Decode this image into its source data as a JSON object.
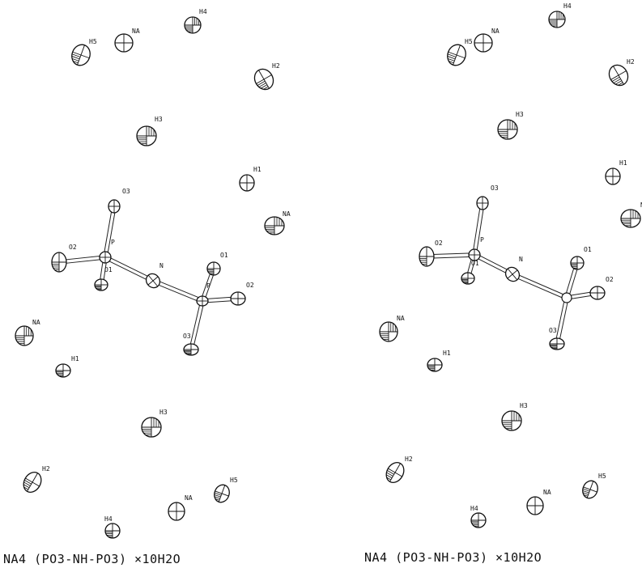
{
  "panels": [
    {
      "caption": "NA4 (PO3-NH-PO3) ×10H2O",
      "atoms": [
        {
          "label": "H5"
        },
        {
          "label": "NA"
        },
        {
          "label": "H4"
        },
        {
          "label": "H2"
        },
        {
          "label": "H3"
        },
        {
          "label": "H1"
        },
        {
          "label": "NA"
        },
        {
          "label": "O3"
        },
        {
          "label": "O2"
        },
        {
          "label": "P"
        },
        {
          "label": "O1"
        },
        {
          "label": "N"
        },
        {
          "label": "O1"
        },
        {
          "label": "P"
        },
        {
          "label": "O2"
        },
        {
          "label": "O3"
        },
        {
          "label": "NA"
        },
        {
          "label": "H1"
        },
        {
          "label": "H3"
        },
        {
          "label": "H2"
        },
        {
          "label": "NA"
        },
        {
          "label": "H5"
        },
        {
          "label": "H4"
        }
      ]
    },
    {
      "caption": "NA4 (PO3-NH-PO3) ×10H2O",
      "atoms": [
        {
          "label": "H5"
        },
        {
          "label": "NA"
        },
        {
          "label": "H4"
        },
        {
          "label": "H2"
        },
        {
          "label": "H3"
        },
        {
          "label": "H1"
        },
        {
          "label": "N"
        },
        {
          "label": "O3"
        },
        {
          "label": "O2"
        },
        {
          "label": "P"
        },
        {
          "label": "O1"
        },
        {
          "label": "N"
        },
        {
          "label": "O1"
        },
        {
          "label": "O2"
        },
        {
          "label": "O3"
        },
        {
          "label": "NA"
        },
        {
          "label": "H1"
        },
        {
          "label": "H3"
        },
        {
          "label": "H2"
        },
        {
          "label": "NA"
        },
        {
          "label": "H5"
        },
        {
          "label": "H4"
        }
      ]
    }
  ]
}
